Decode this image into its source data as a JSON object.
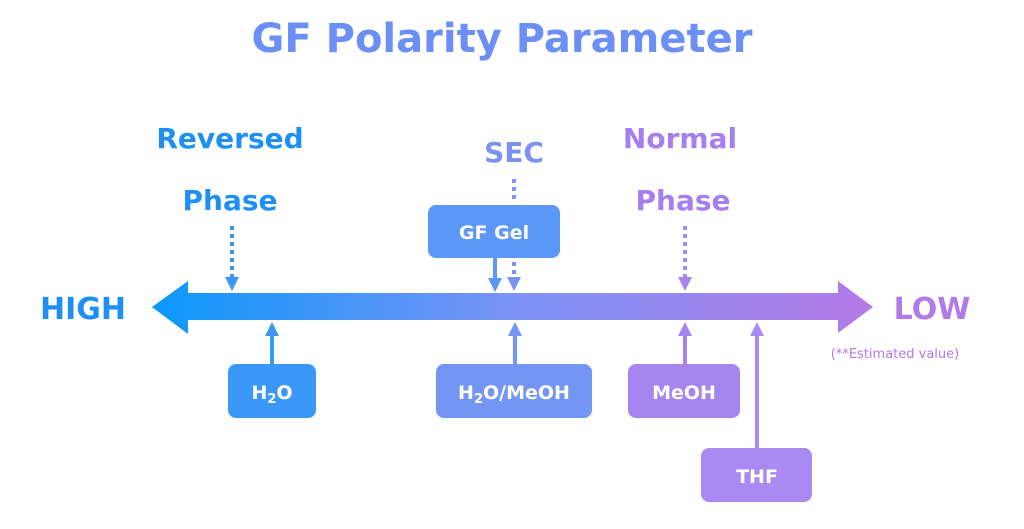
{
  "title": "GF Polarity Parameter",
  "axis": {
    "high_label": "HIGH",
    "low_label": "LOW",
    "note": "(**Estimated value)"
  },
  "methods": {
    "reversed_line1": "Reversed",
    "reversed_line2": "Phase",
    "sec": "SEC",
    "normal_line1": "Normal",
    "normal_line2": "Phase"
  },
  "boxes": {
    "gf_gel": "GF Gel",
    "h2o_h": "H",
    "h2o_sub": "2",
    "h2o_o": "O",
    "h2o_meoh_h": "H",
    "h2o_meoh_sub": "2",
    "h2o_meoh_rest": "O/MeOH",
    "meoh": "MeOH",
    "thf": "THF"
  },
  "colors": {
    "blue": "#1e90f5",
    "purple": "#b07ae8",
    "title": "#6b8ff5",
    "box_h2o": "#3b98f8",
    "box_gfgel": "#5b97f6",
    "box_h2o_meoh": "#7396f4",
    "box_meoh": "#a586f0",
    "box_thf": "#a98af2"
  }
}
